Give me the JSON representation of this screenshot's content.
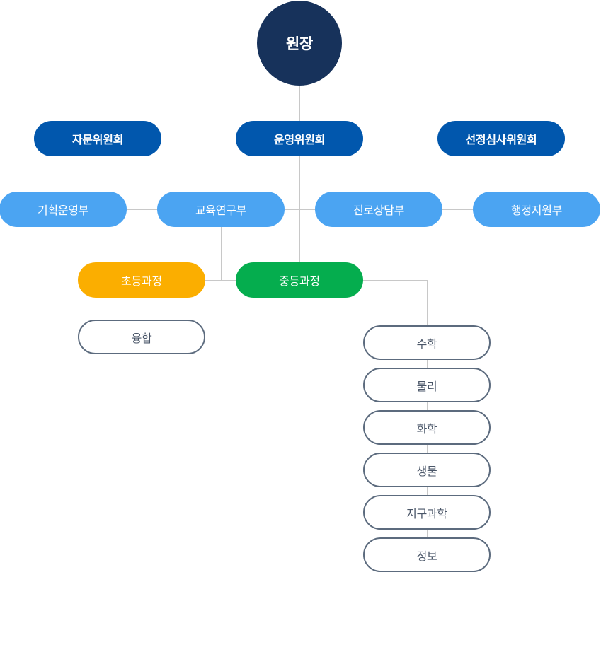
{
  "colors": {
    "director": "#17325b",
    "committee": "#0157ad",
    "department": "#4ba4f2",
    "elementary": "#fbae00",
    "secondary": "#05ad4e",
    "outline": "#5c6b7e",
    "connector": "#c8c8c8"
  },
  "director": {
    "label": "원장"
  },
  "committees": {
    "advisory": "자문위원회",
    "operation": "운영위원회",
    "selection": "선정심사위원회"
  },
  "departments": {
    "planning": "기획운영부",
    "education": "교육연구부",
    "career": "진로상담부",
    "admin": "행정지원부"
  },
  "courses": {
    "elementary": "초등과정",
    "secondary": "중등과정"
  },
  "elementary_subjects": [
    "융합"
  ],
  "secondary_subjects": [
    "수학",
    "물리",
    "화학",
    "생물",
    "지구과학",
    "정보"
  ]
}
